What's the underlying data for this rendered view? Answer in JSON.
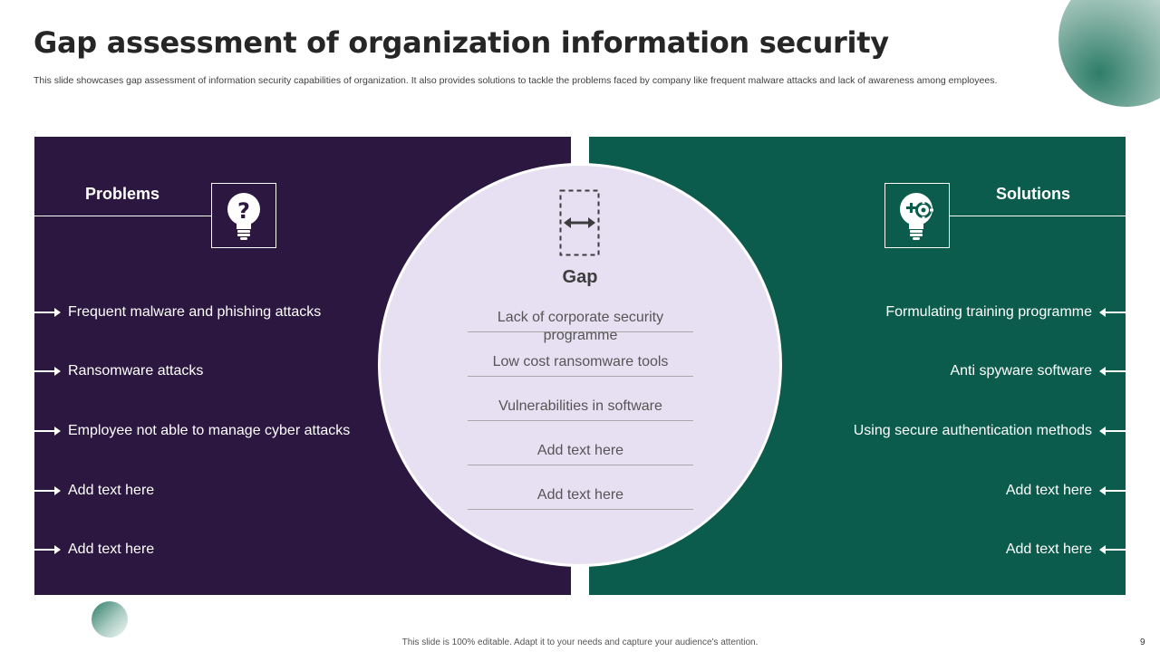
{
  "slide": {
    "title": "Gap assessment of organization information security",
    "subtitle": "This slide showcases gap assessment of information security capabilities of organization. It also provides solutions to tackle the problems faced by company like  frequent malware attacks and lack of awareness among employees.",
    "footer": "This slide is 100% editable.  Adapt it to your needs and capture your audience's attention.",
    "page_number": "9"
  },
  "problems": {
    "heading": "Problems",
    "icon": "lightbulb-question-icon",
    "items": [
      "Frequent malware and phishing attacks",
      "Ransomware attacks",
      "Employee not able to manage cyber attacks",
      "Add text here",
      "Add text here"
    ]
  },
  "gap": {
    "heading": "Gap",
    "icon": "gap-arrows-icon",
    "items": [
      "Lack of corporate security programme",
      "Low cost ransomware tools",
      "Vulnerabilities in software",
      "Add text here",
      "Add text here"
    ]
  },
  "solutions": {
    "heading": "Solutions",
    "icon": "lightbulb-gear-icon",
    "items": [
      "Formulating training programme",
      "Anti spyware software",
      "Using secure authentication methods",
      "Add text here",
      "Add text here"
    ]
  },
  "colors": {
    "problems_panel": "#2b173f",
    "solutions_panel": "#0b5c4c",
    "gap_circle": "#e7e0f2"
  }
}
